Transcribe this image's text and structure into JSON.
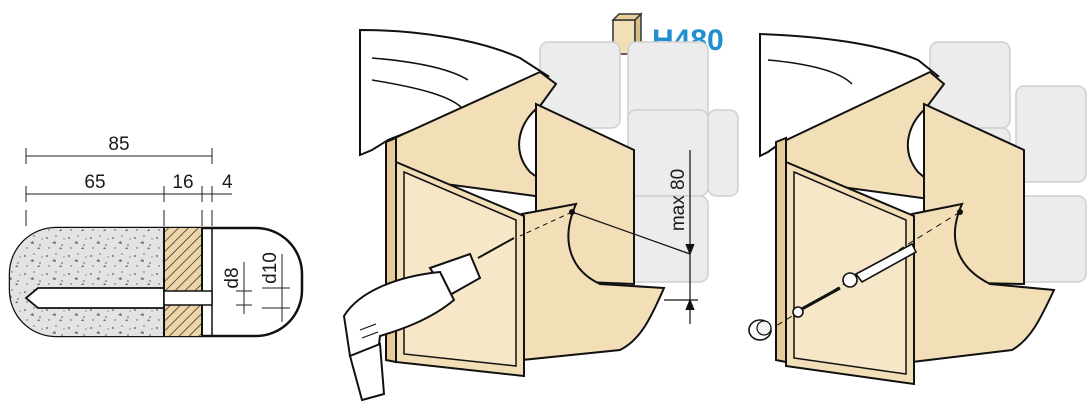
{
  "badge": {
    "label": "H480",
    "color": "#1f8fcf"
  },
  "section": {
    "dims": {
      "overall": "85",
      "concrete": "65",
      "board": "16",
      "gap": "4",
      "d_inner": "d8",
      "d_outer": "d10"
    }
  },
  "install": {
    "max_height": "max 80"
  },
  "colors": {
    "wood": "#f2dfb8",
    "wood_edge": "#e6cc9a",
    "tile": "#ececec",
    "concrete": "#e3e3e3",
    "hatch": "#eed5a8"
  }
}
